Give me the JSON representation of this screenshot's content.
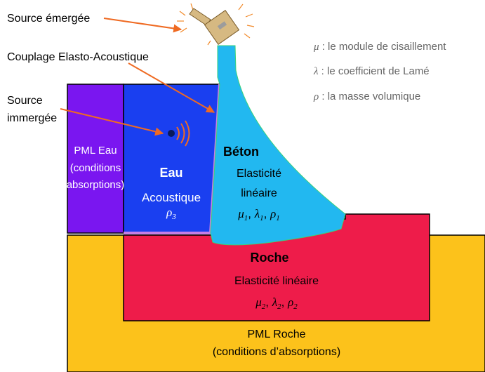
{
  "annotations": {
    "source_emergee": "Source émergée",
    "couplage": "Couplage Elasto-Acoustique",
    "source_immergee_line1": "Source",
    "source_immergee_line2": "immergée"
  },
  "legend": {
    "mu": {
      "symbol": "μ",
      "text": " : le module de cisaillement"
    },
    "lambda": {
      "symbol": "λ",
      "text": " : le coefficient de Lamé"
    },
    "rho": {
      "symbol": "ρ",
      "text": " : la masse volumique"
    }
  },
  "regions": {
    "pml_eau": {
      "line1": "PML Eau",
      "line2": "(conditions",
      "line3": "absorptions)"
    },
    "eau": {
      "title": "Eau",
      "subtitle": "Acoustique",
      "param_sym": "ρ",
      "param_sub": "3"
    },
    "beton": {
      "title": "Béton",
      "line1": "Elasticité",
      "line2": "linéaire",
      "params": {
        "mu": "μ",
        "lambda": "λ",
        "rho": "ρ",
        "sub": "1"
      }
    },
    "roche": {
      "title": "Roche",
      "line1": "Elasticité linéaire",
      "params": {
        "mu": "μ",
        "lambda": "λ",
        "rho": "ρ",
        "sub": "2"
      }
    },
    "pml_roche": {
      "line1": "PML Roche",
      "line2": "(conditions d’absorptions)"
    }
  },
  "colors": {
    "pml_eau": "#7a16f0",
    "eau": "#1a3ff0",
    "beton": "#22b8f0",
    "roche": "#ee1c4a",
    "pml_roche": "#fcc21b",
    "coupling": "#c77ee6",
    "arrow": "#ef6a22",
    "legend_text": "#666666"
  }
}
